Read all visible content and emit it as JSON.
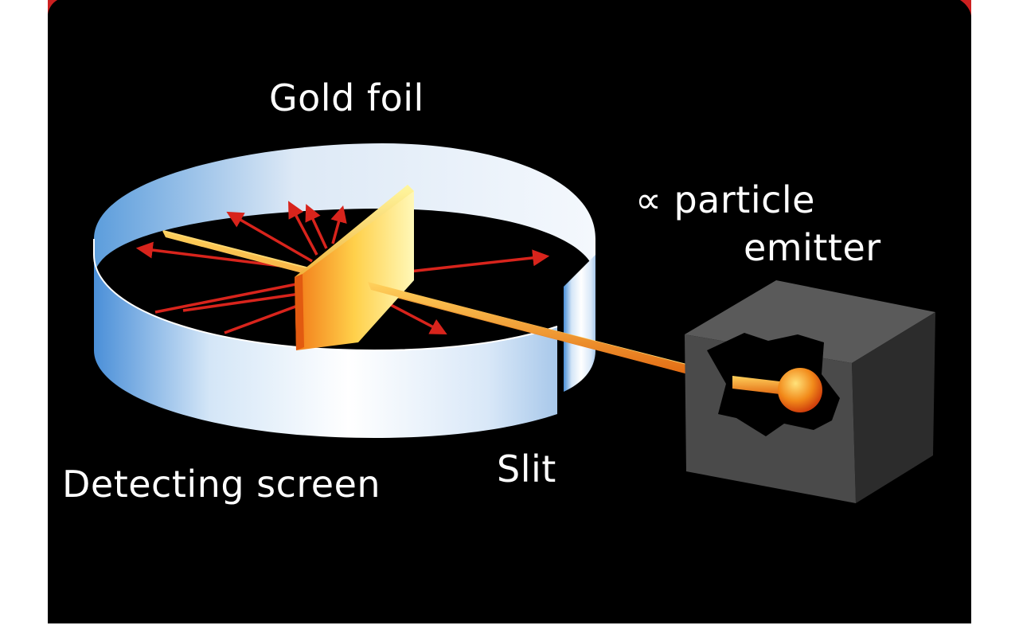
{
  "labels": {
    "gold_foil": "Gold foil",
    "emitter_line1": "∝ particle",
    "emitter_line2": "emitter",
    "slit": "Slit",
    "detecting_screen": "Detecting screen"
  },
  "colors": {
    "background": "#000000",
    "label_text": "#ffffff",
    "beam": "#f28a1a",
    "scatter_arrow": "#d8241c",
    "screen_light": "#eef5ff",
    "screen_dark": "#4a8fd8",
    "foil_light": "#fff6a8",
    "foil_dark": "#f07a18",
    "emitter_box": "#4a4a4a",
    "corner_accent": "#cc2020"
  }
}
